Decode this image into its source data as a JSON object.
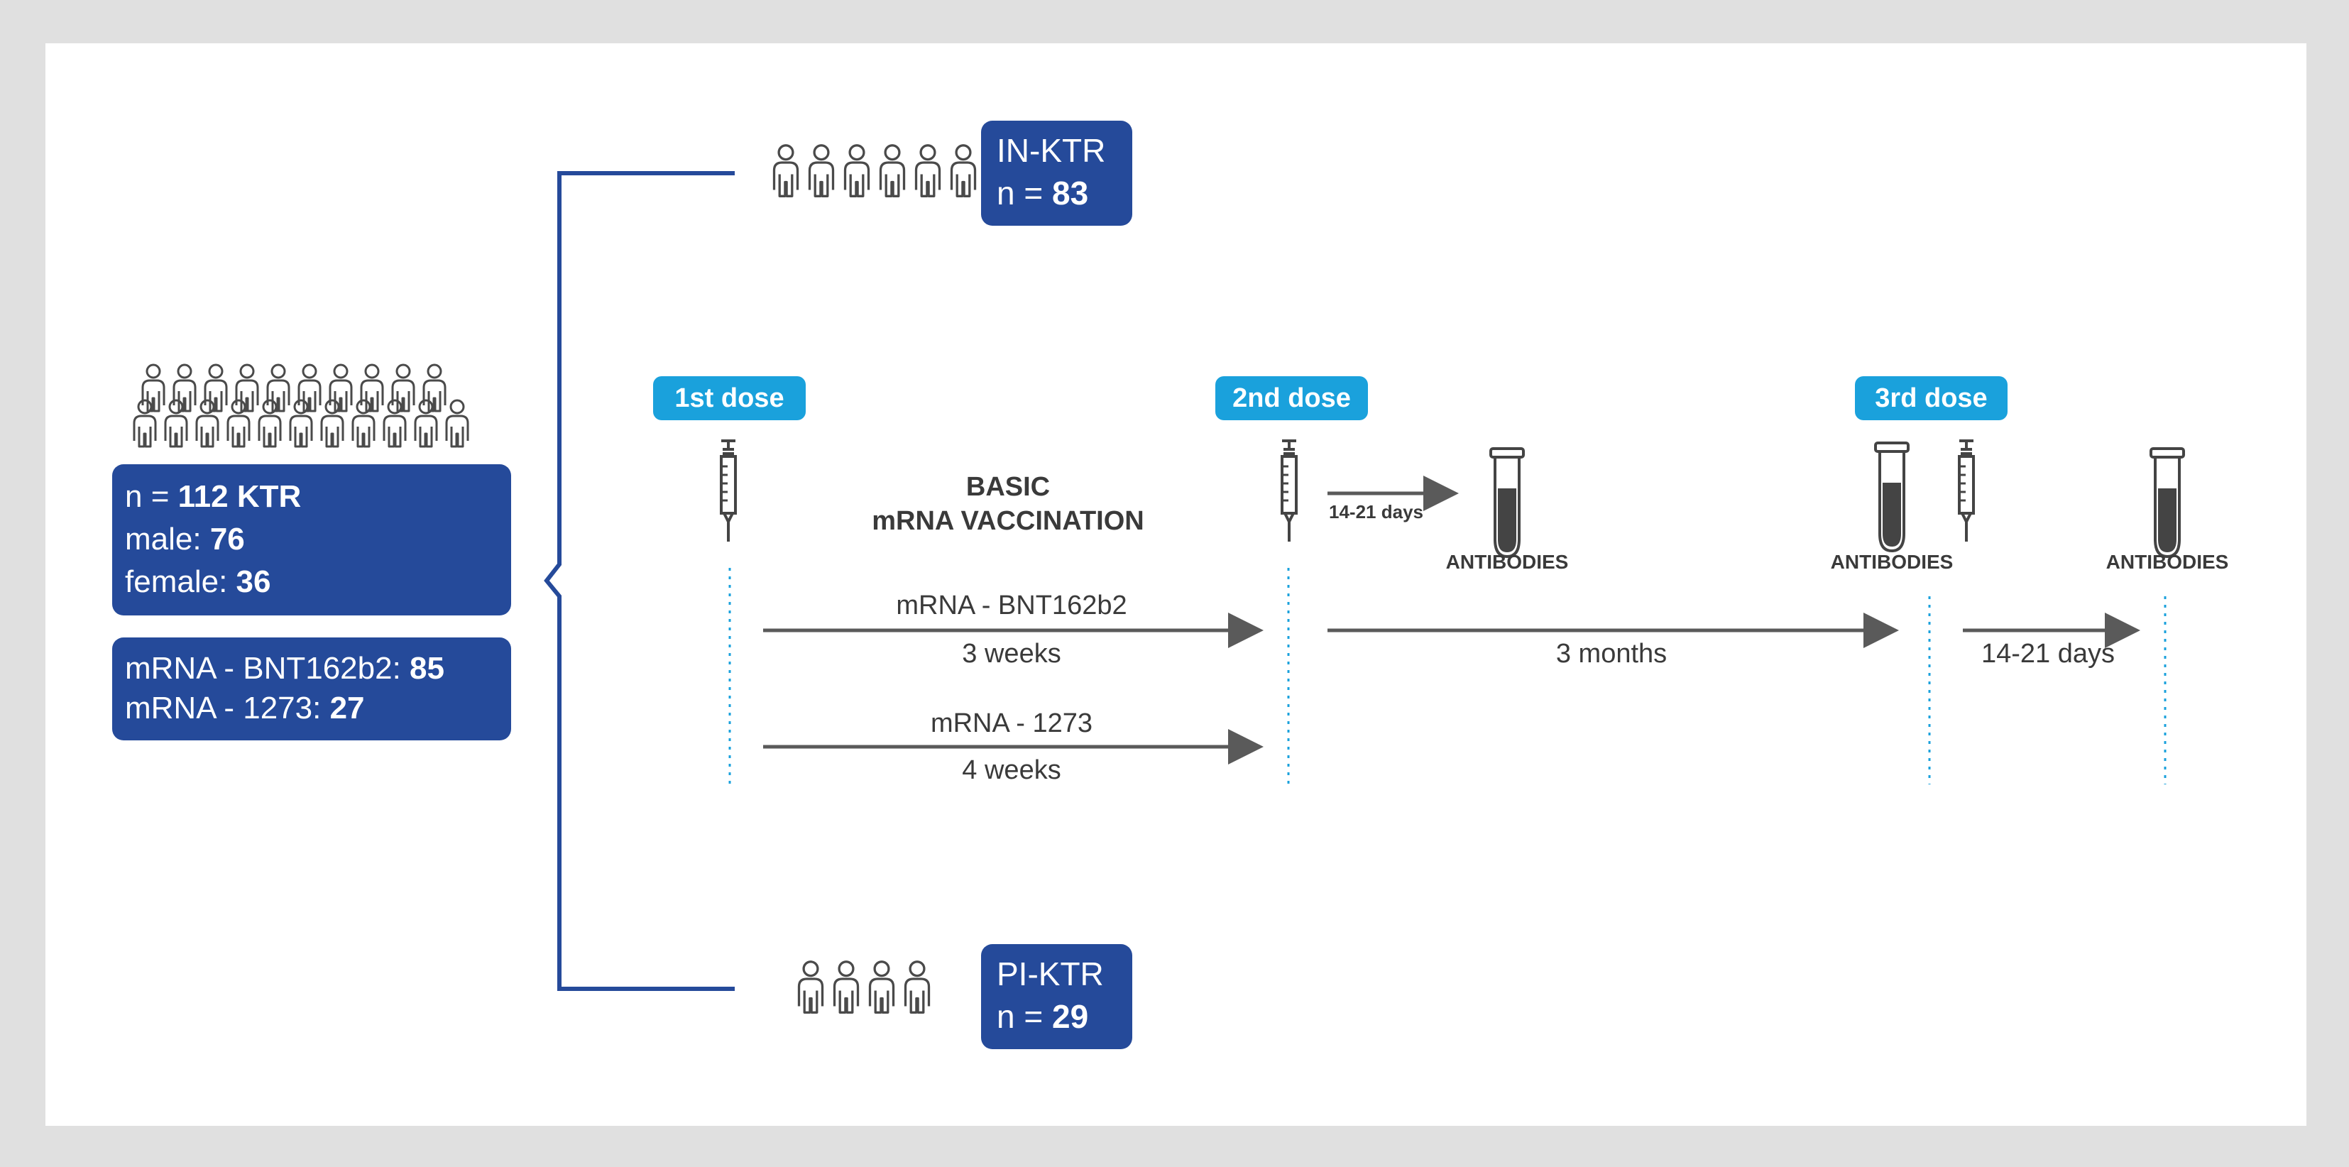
{
  "total": {
    "n_prefix": "n = ",
    "n_value": "112 KTR",
    "male_label": "male: ",
    "male_value": "76",
    "female_label": "female: ",
    "female_value": "36"
  },
  "vaccines": {
    "bnt_label": "mRNA - BNT162b2: ",
    "bnt_value": "85",
    "moderna_label": "mRNA - 1273: ",
    "moderna_value": "27"
  },
  "in_ktr": {
    "label": "IN-KTR",
    "n_prefix": "n = ",
    "n_value": "83"
  },
  "pi_ktr": {
    "label": "PI-KTR",
    "n_prefix": "n = ",
    "n_value": "29"
  },
  "doses": {
    "first": "1st dose",
    "second": "2nd dose",
    "third": "3rd dose"
  },
  "basic": {
    "line1": "BASIC",
    "line2": "mRNA VACCINATION"
  },
  "intervals": {
    "bnt_label": "mRNA - BNT162b2",
    "bnt_weeks": "3 weeks",
    "moderna_label": "mRNA - 1273",
    "moderna_weeks": "4 weeks",
    "after_second": "14-21 days",
    "months": "3 months",
    "after_third": "14-21 days"
  },
  "antibodies": {
    "label": "ANTIBODIES"
  },
  "colors": {
    "navy": "#254a9a",
    "cyan": "#1aa1dc",
    "arrow": "#5a5a5a",
    "text": "#3a3a3a"
  },
  "icons": [
    "people-group-icon",
    "person-icon",
    "syringe-icon",
    "test-tube-icon",
    "arrow-right-icon"
  ]
}
